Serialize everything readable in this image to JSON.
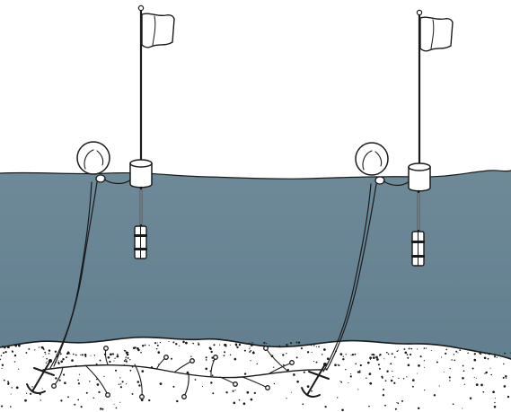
{
  "diagram": {
    "subject": "longline-fishing-gear",
    "water_color": "#6e8a99",
    "water_deep_color": "#5f7c8c",
    "seabed_color": "#ffffff",
    "ink_color": "#1a1a1a",
    "units": [
      {
        "id": "left",
        "parts": [
          "flag",
          "flagpole",
          "float-buoy",
          "ballast-weight",
          "float-ball",
          "buoy-line",
          "anchor"
        ]
      },
      {
        "id": "right",
        "parts": [
          "flag",
          "flagpole",
          "float-buoy",
          "ballast-weight",
          "float-ball",
          "buoy-line",
          "anchor"
        ]
      }
    ],
    "groundline": {
      "branch_lines": 12
    }
  }
}
